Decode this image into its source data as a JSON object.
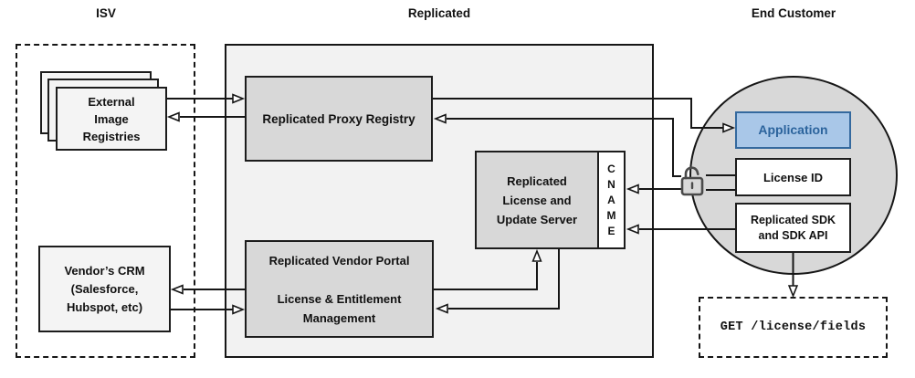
{
  "diagram": {
    "columns": {
      "isv": "ISV",
      "replicated": "Replicated",
      "end_customer": "End Customer"
    },
    "nodes": {
      "registries": {
        "lines": [
          "External",
          "Image",
          "Registries"
        ]
      },
      "crm": {
        "lines": [
          "Vendor’s CRM",
          "(Salesforce,",
          "Hubspot, etc)"
        ]
      },
      "proxy_registry": {
        "label": "Replicated Proxy Registry"
      },
      "license_update_server": {
        "lines": [
          "Replicated",
          "License and",
          "Update Server"
        ]
      },
      "cname": {
        "letters": [
          "C",
          "N",
          "A",
          "M",
          "E"
        ]
      },
      "vendor_portal": {
        "title": "Replicated Vendor Portal",
        "subtitle_line1": "License & Entitlement",
        "subtitle_line2": "Management"
      },
      "application": {
        "label": "Application"
      },
      "license_id": {
        "label": "License ID"
      },
      "sdk": {
        "lines": [
          "Replicated SDK",
          "and SDK API"
        ]
      },
      "api_request": {
        "label": "GET /license/fields"
      }
    },
    "icons": {
      "lock_open": "unlocked-padlock"
    },
    "colors": {
      "line": "#161616",
      "container-fill": "#f2f2f2",
      "node-gray": "#d8d8d8",
      "node-light": "#f4f4f4",
      "circle-fill": "#d8d8d8",
      "app-fill": "#a9c7e8",
      "app-border": "#34699e",
      "app-text": "#2b639c",
      "lock": "#4a4a4a"
    }
  }
}
